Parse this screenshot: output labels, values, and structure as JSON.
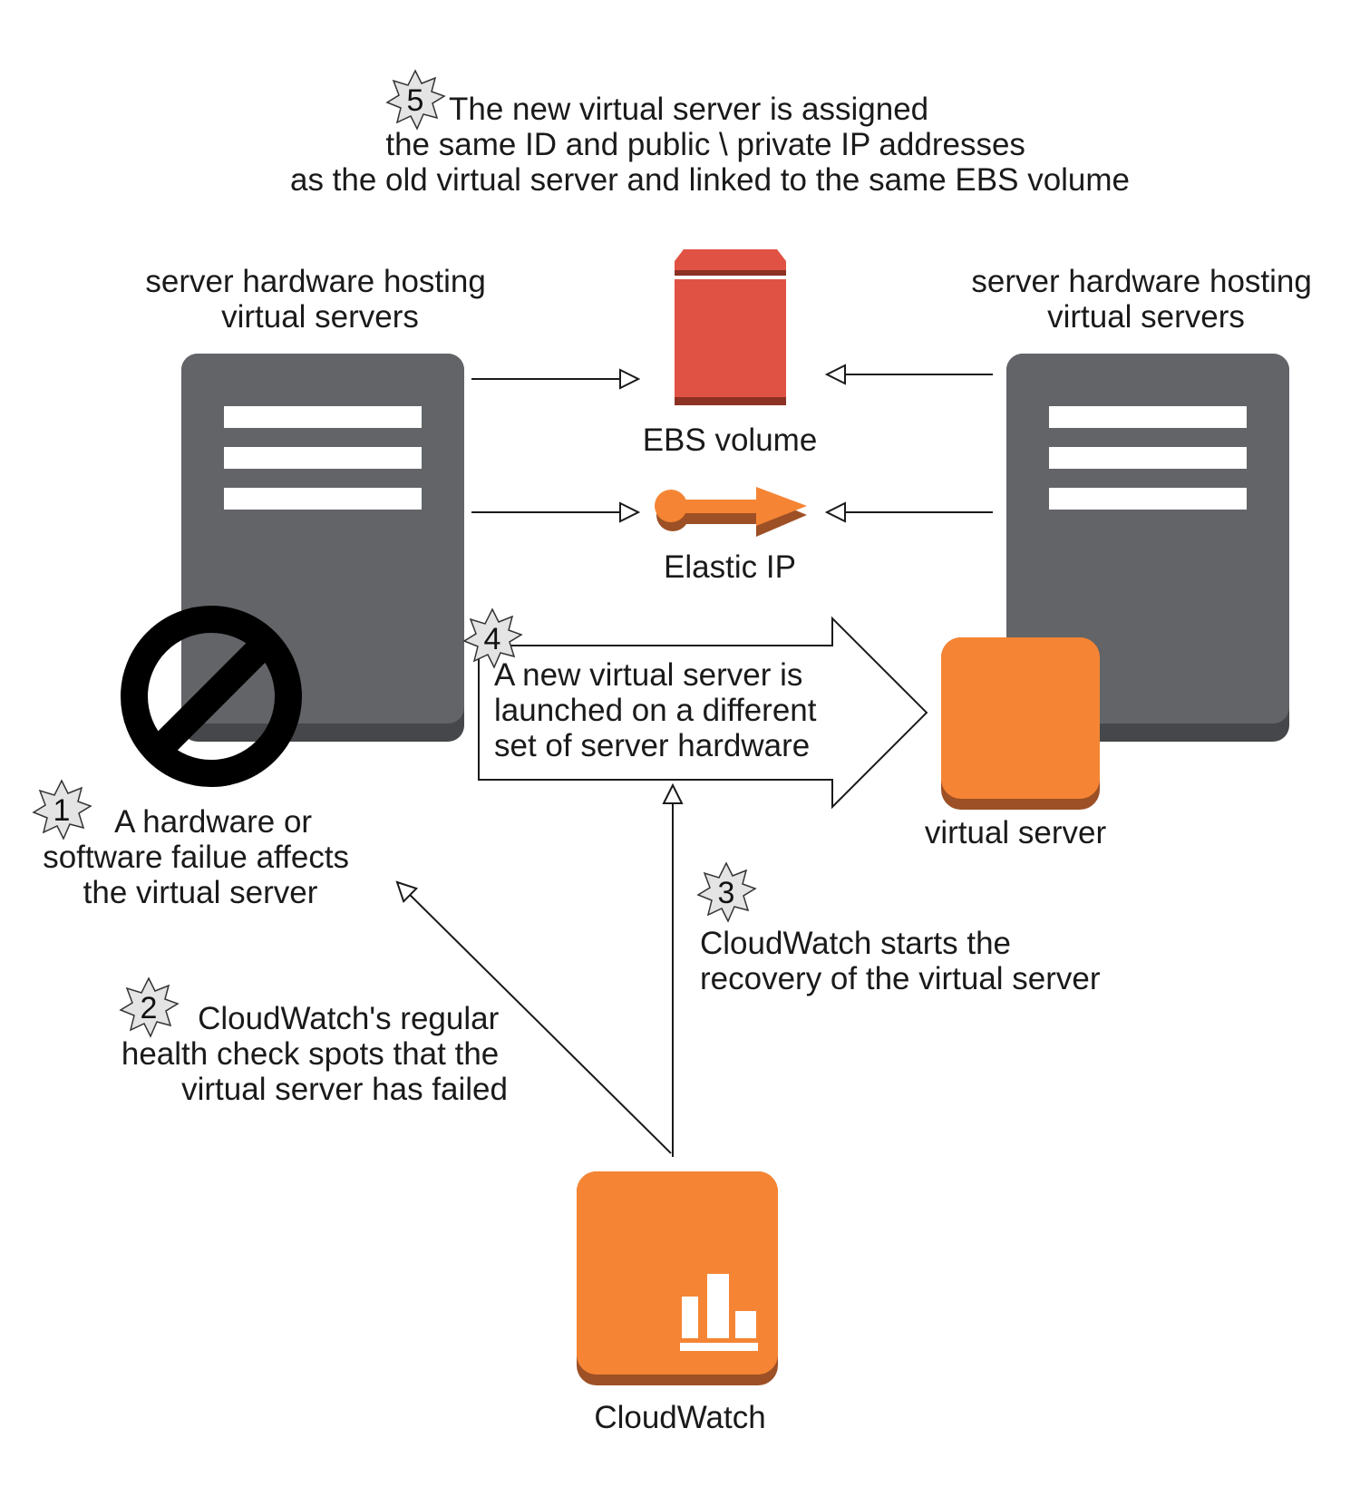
{
  "colors": {
    "server_gray": "#626468",
    "server_gray_dark": "#46474a",
    "ebs_red": "#e05243",
    "ebs_red_dark": "#8c3123",
    "aws_orange": "#f58534",
    "aws_orange_dark": "#9d5025",
    "line": "#1a1a1a"
  },
  "step5": {
    "number": "5",
    "lines": [
      "The new virtual server is assigned",
      "the same ID and public \\ private IP addresses",
      "as the old virtual server and linked to the same EBS volume"
    ]
  },
  "left_server": {
    "caption_lines": [
      "server hardware hosting",
      "virtual servers"
    ],
    "icon": "server-rack-icon",
    "status_icon": "prohibited-icon"
  },
  "right_server": {
    "caption_lines": [
      "server hardware hosting",
      "virtual servers"
    ],
    "icon": "server-rack-icon"
  },
  "ebs": {
    "label": "EBS volume",
    "icon": "ebs-volume-icon"
  },
  "elastic_ip": {
    "label": "Elastic IP",
    "icon": "elastic-ip-icon"
  },
  "step4": {
    "number": "4",
    "lines": [
      "A new virtual server is",
      "launched on a different",
      "set of server hardware"
    ]
  },
  "virtual_server": {
    "label": "virtual server",
    "icon": "instance-icon"
  },
  "step1": {
    "number": "1",
    "lines": [
      "A hardware or",
      "software failue affects",
      "the virtual server"
    ]
  },
  "step2": {
    "number": "2",
    "lines": [
      "CloudWatch's regular",
      "health check spots that the",
      "virtual server has failed"
    ]
  },
  "step3": {
    "number": "3",
    "lines": [
      "CloudWatch starts the",
      "recovery of the virtual server"
    ]
  },
  "cloudwatch": {
    "label": "CloudWatch",
    "icon": "cloudwatch-icon"
  }
}
